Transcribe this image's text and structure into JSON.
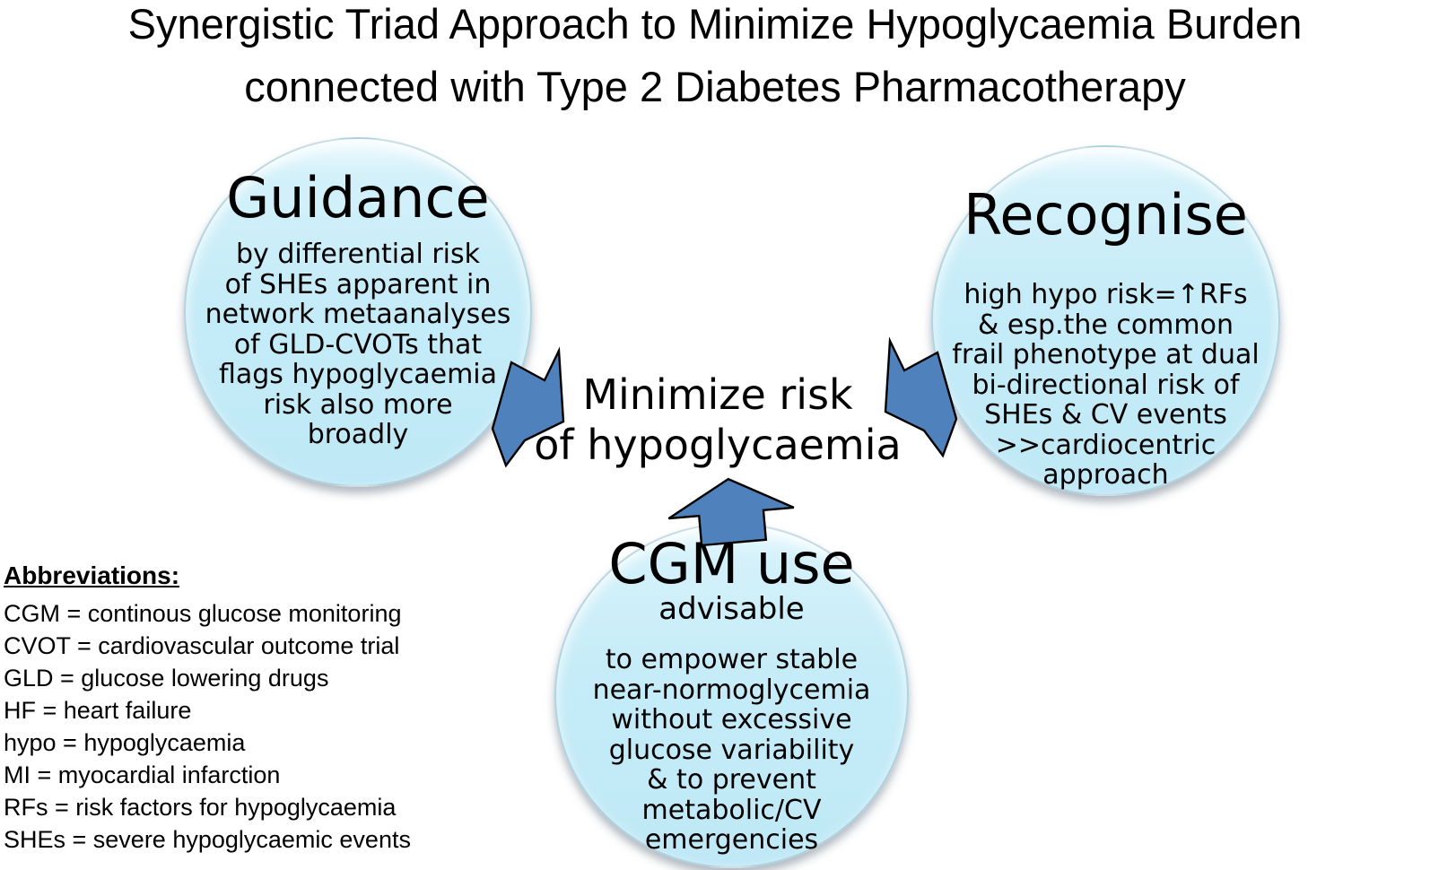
{
  "title": "Synergistic Triad Approach to Minimize Hypoglycaemia Burden\nconnected with Type 2 Diabetes Pharmacotherapy",
  "center_goal": "Minimize risk\nof hypoglycaemia",
  "circles": {
    "guidance": {
      "title": "Guidance",
      "body": "by differential risk\nof SHEs apparent in\nnetwork metaanalyses\nof GLD-CVOTs that\nflags hypoglycaemia\nrisk also more\nbroadly"
    },
    "recognise": {
      "title": "Recognise",
      "body": "high hypo risk=↑RFs\n& esp.the common\nfrail phenotype at dual\nbi-directional risk of\nSHEs & CV events\n>>cardiocentric\napproach"
    },
    "cgm": {
      "title": "CGM use",
      "subtitle": "advisable",
      "body": "to empower stable\nnear-normoglycemia\nwithout excessive\nglucose variability\n& to prevent\nmetabolic/CV\nemergencies"
    }
  },
  "abbreviations": {
    "heading": "Abbreviations:",
    "items": [
      "CGM = continous glucose monitoring",
      "CVOT = cardiovascular outcome trial",
      "GLD = glucose lowering drugs",
      "HF = heart failure",
      "hypo = hypoglycaemia",
      "MI = myocardial infarction",
      "RFs = risk factors for hypoglycaemia",
      "SHEs = severe hypoglycaemic events"
    ]
  },
  "icons": {
    "arrow_left": "bolt-arrow-down-right-icon",
    "arrow_right": "bolt-arrow-down-left-icon",
    "arrow_up": "block-arrow-up-icon"
  },
  "colors": {
    "circle_fill": "#c5ecf8",
    "circle_highlight": "#f0fbff",
    "arrow_fill": "#4f81bd",
    "outline": "#000000",
    "text": "#000000"
  }
}
